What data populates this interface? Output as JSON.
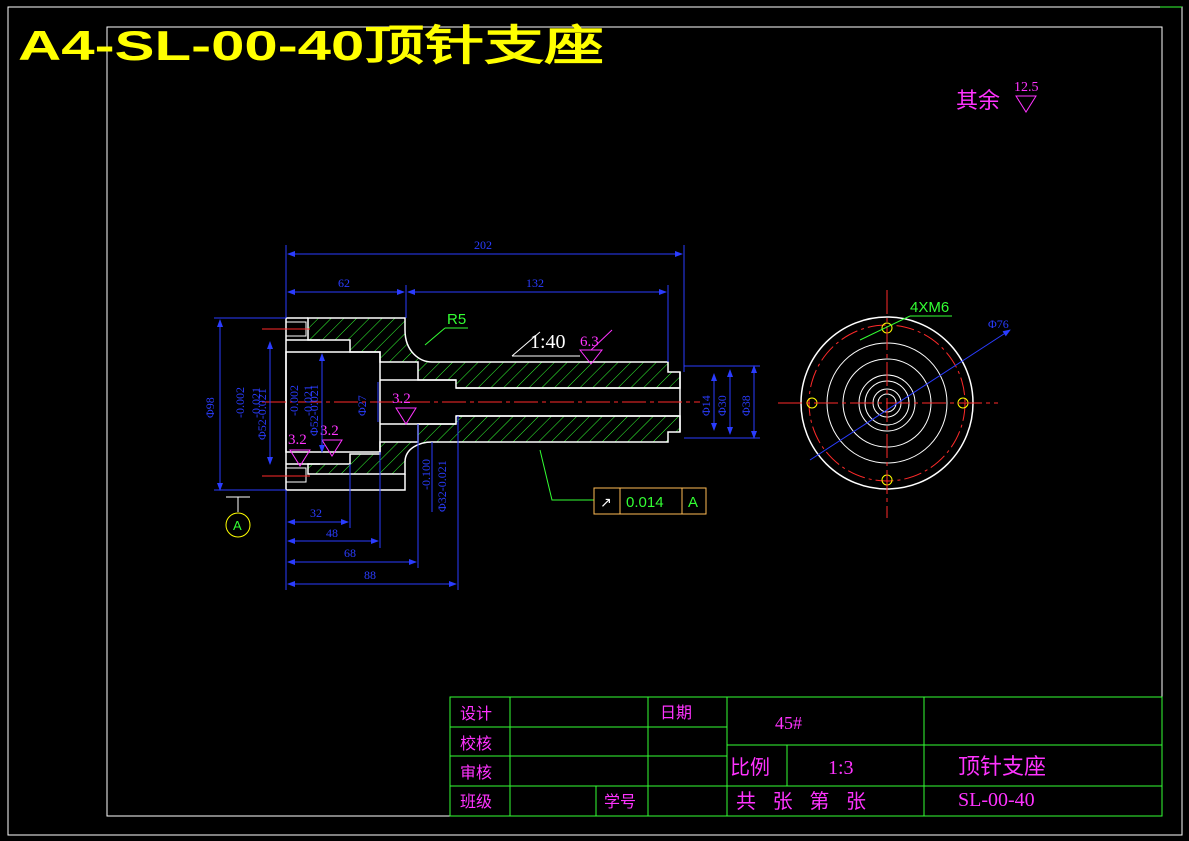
{
  "title": "A4-SL-00-40顶针支座",
  "roughness_note": {
    "label": "其余",
    "value": "12.5"
  },
  "side_view": {
    "dims": {
      "overall": "202",
      "left": "62",
      "right": "132"
    },
    "fillet": "R5",
    "taper": "1:40",
    "roughness": [
      "6.3",
      "3.2",
      "3.2",
      "3.2"
    ],
    "diameters": [
      "Φ98",
      "-0.002",
      "-0.021",
      "Φ52-0.021",
      "-0.002",
      "-0.021",
      "Φ52-0.021",
      "Φ27",
      "Φ14",
      "Φ30",
      "Φ38",
      "-0.100",
      "Φ32-0.021"
    ],
    "bottom_dims": [
      "32",
      "48",
      "68",
      "88"
    ],
    "datum": "A",
    "tolerance": {
      "symbol": "↗",
      "value": "0.014",
      "datum": "A"
    }
  },
  "end_view": {
    "thread": "4XM6",
    "diameter": "Φ76"
  },
  "title_block": {
    "design": "设计",
    "check": "校核",
    "review": "审核",
    "class": "班级",
    "date": "日期",
    "student_no": "学号",
    "material": "45#",
    "scale_label": "比例",
    "scale": "1:3",
    "part_name": "顶针支座",
    "sheets": "共 张 第 张",
    "drawing_no": "SL-00-40"
  },
  "colors": {
    "frame": "#33ff33",
    "title": "#ffff00",
    "dim": "#2a3cff",
    "note": "#ff33ff",
    "part": "#ffffff",
    "hatch": "#33ff33",
    "center": "#ff2a2a"
  }
}
